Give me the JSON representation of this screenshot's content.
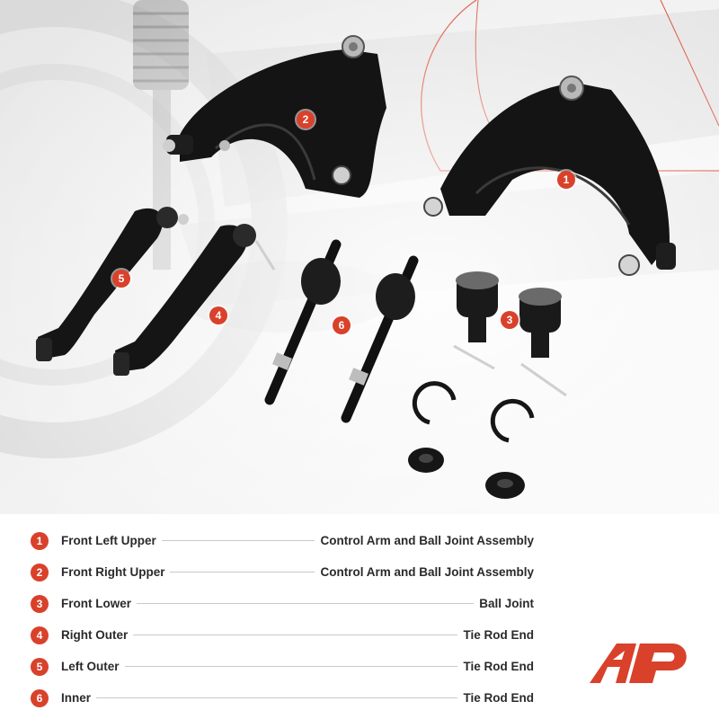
{
  "callouts": {
    "c1": "1",
    "c2": "2",
    "c3": "3",
    "c4": "4",
    "c5": "5",
    "c6": "6"
  },
  "legend": [
    {
      "num": "1",
      "left": "Front Left Upper",
      "right": "Control Arm and Ball Joint Assembly"
    },
    {
      "num": "2",
      "left": "Front Right Upper",
      "right": "Control Arm and Ball Joint Assembly"
    },
    {
      "num": "3",
      "left": "Front Lower",
      "right": "Ball Joint"
    },
    {
      "num": "4",
      "left": "Right Outer",
      "right": "Tie Rod End"
    },
    {
      "num": "5",
      "left": "Left Outer",
      "right": "Tie Rod End"
    },
    {
      "num": "6",
      "left": "Inner",
      "right": "Tie Rod End"
    }
  ],
  "colors": {
    "accent": "#d9412b",
    "part": "#141414",
    "background": "#ffffff"
  },
  "icons": {
    "logo": "brand-logo-icon"
  }
}
